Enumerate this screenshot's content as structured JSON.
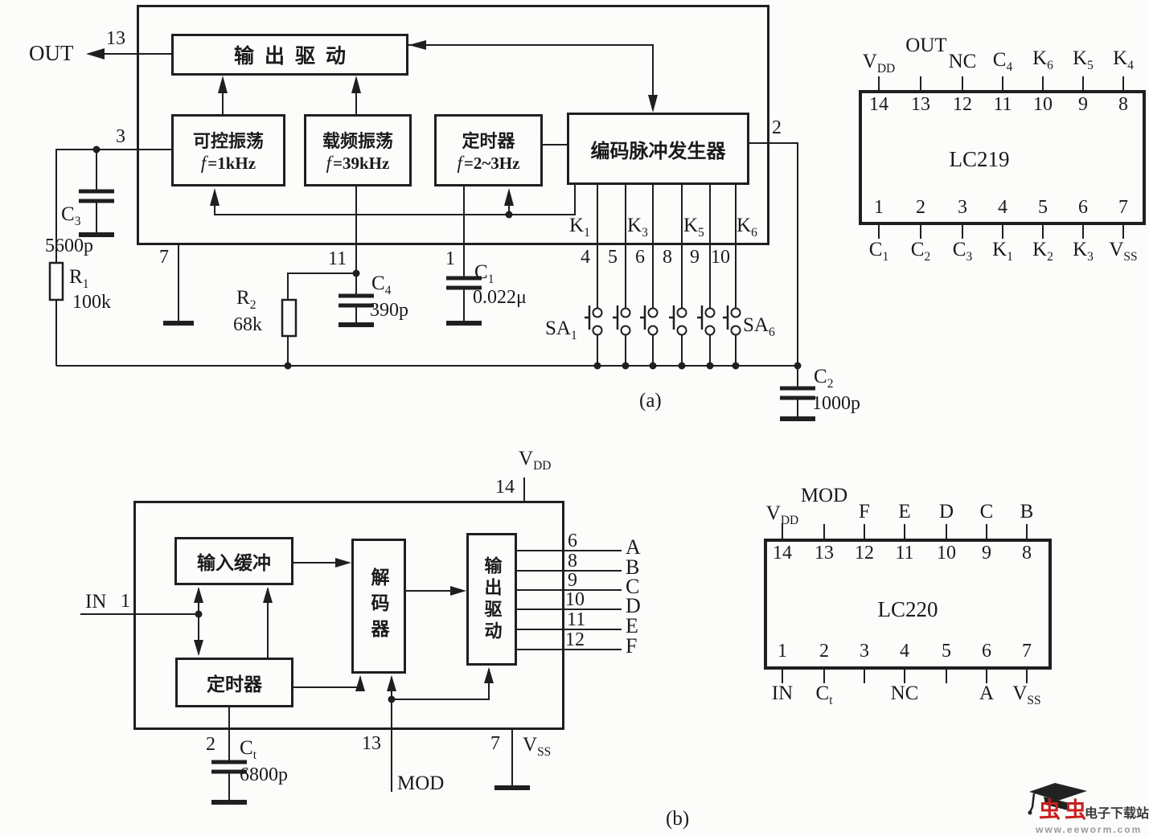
{
  "a": {
    "out": "OUT",
    "pin13": "13",
    "pin3": "3",
    "pin2": "2",
    "pin7": "7",
    "pin11": "11",
    "pin1": "1",
    "driver": "输出驱动",
    "osc1": {
      "t": "可控振荡",
      "f": "f",
      "v": "=1kHz"
    },
    "osc2": {
      "t": "载频振荡",
      "f": "f",
      "v": "=39kHz"
    },
    "timer": {
      "t": "定时器",
      "f": "f",
      "v": "=2~3Hz"
    },
    "encoder": "编码脉冲发生器",
    "c3": {
      "t": "C",
      "s": "3",
      "v": "5600p"
    },
    "r1": {
      "t": "R",
      "s": "1",
      "v": "100k"
    },
    "r2": {
      "t": "R",
      "s": "2",
      "v": "68k"
    },
    "c4": {
      "t": "C",
      "s": "4",
      "v": "390p"
    },
    "c1": {
      "t": "C",
      "s": "1",
      "v": "0.022μ"
    },
    "c2": {
      "t": "C",
      "s": "2",
      "v": "1000p"
    },
    "k1": {
      "t": "K",
      "s": "1"
    },
    "k3": {
      "t": "K",
      "s": "3"
    },
    "k5": {
      "t": "K",
      "s": "5"
    },
    "k6": {
      "t": "K",
      "s": "6"
    },
    "pins": [
      "4",
      "5",
      "6",
      "8",
      "9",
      "10"
    ],
    "sa1": {
      "t": "SA",
      "s": "1"
    },
    "sa6": {
      "t": "SA",
      "s": "6"
    },
    "cap": "(a)"
  },
  "b": {
    "in": "IN",
    "pin1": "1",
    "pin14": "14",
    "pin2": "2",
    "pin13": "13",
    "pin7": "7",
    "vdd": {
      "t": "V",
      "s": "DD"
    },
    "vss": {
      "t": "V",
      "s": "SS"
    },
    "buffer": "输入缓冲",
    "decoder": "解码器",
    "driver": "输出驱动",
    "timer": "定时器",
    "ct": {
      "t": "C",
      "s": "t",
      "v": "6800p"
    },
    "mod": "MOD",
    "outs": [
      {
        "p": "6",
        "l": "A"
      },
      {
        "p": "8",
        "l": "B"
      },
      {
        "p": "9",
        "l": "C"
      },
      {
        "p": "10",
        "l": "D"
      },
      {
        "p": "11",
        "l": "E"
      },
      {
        "p": "12",
        "l": "F"
      }
    ],
    "cap": "(b)"
  },
  "p219": {
    "name": "LC219",
    "top": [
      {
        "t": "V",
        "s": "DD"
      },
      {
        "t": "OUT",
        "s": ""
      },
      {
        "t": "NC",
        "s": ""
      },
      {
        "t": "C",
        "s": "4"
      },
      {
        "t": "K",
        "s": "6"
      },
      {
        "t": "K",
        "s": "5"
      },
      {
        "t": "K",
        "s": "4"
      }
    ],
    "tp": [
      "14",
      "13",
      "12",
      "11",
      "10",
      "9",
      "8"
    ],
    "bp": [
      "1",
      "2",
      "3",
      "4",
      "5",
      "6",
      "7"
    ],
    "bot": [
      {
        "t": "C",
        "s": "1"
      },
      {
        "t": "C",
        "s": "2"
      },
      {
        "t": "C",
        "s": "3"
      },
      {
        "t": "K",
        "s": "1"
      },
      {
        "t": "K",
        "s": "2"
      },
      {
        "t": "K",
        "s": "3"
      },
      {
        "t": "V",
        "s": "SS"
      }
    ]
  },
  "p220": {
    "name": "LC220",
    "top": [
      {
        "t": "V",
        "s": "DD"
      },
      {
        "t": "MOD",
        "s": ""
      },
      {
        "t": "F",
        "s": ""
      },
      {
        "t": "E",
        "s": ""
      },
      {
        "t": "D",
        "s": ""
      },
      {
        "t": "C",
        "s": ""
      },
      {
        "t": "B",
        "s": ""
      }
    ],
    "tp": [
      "14",
      "13",
      "12",
      "11",
      "10",
      "9",
      "8"
    ],
    "bp": [
      "1",
      "2",
      "3",
      "4",
      "5",
      "6",
      "7"
    ],
    "bot": [
      {
        "t": "IN",
        "s": ""
      },
      {
        "t": "C",
        "s": "t"
      },
      {
        "t": "NC",
        "s": ""
      },
      {
        "t": "A",
        "s": ""
      },
      {
        "t": "V",
        "s": "SS"
      }
    ]
  },
  "wm": {
    "logo": "虫虫",
    "site": "电子下载站",
    "url": "www.eeworm.com"
  },
  "colors": {
    "line": "#1f1f1f",
    "wm_red": "#c8201e",
    "wm_dark": "#3a3a3a",
    "wm_gray": "#9a9a9a"
  }
}
